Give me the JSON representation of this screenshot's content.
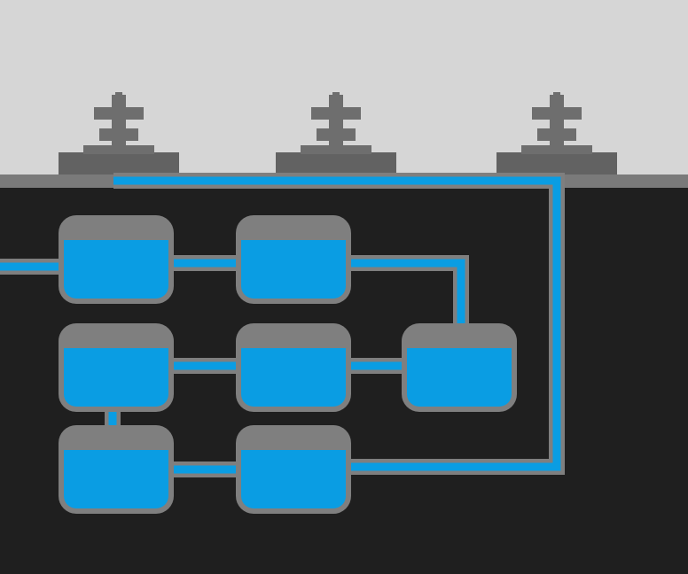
{
  "colors": {
    "sky": "#d6d6d6",
    "ground": "#1f1f1f",
    "surface_strip": "#7a7a7a",
    "insulator": "#6e6e6e",
    "insulator_base": "#626262",
    "tank_frame": "#7f7f7f",
    "tank_fill": "#0a9de3",
    "pipe": "#0a9de3",
    "pipe_casing": "#7f7f7f"
  },
  "insulators": [
    {
      "id": "left",
      "icon": "insulator-icon"
    },
    {
      "id": "center",
      "icon": "insulator-icon"
    },
    {
      "id": "right",
      "icon": "insulator-icon"
    }
  ],
  "tanks": [
    {
      "id": "r1c1",
      "fill_level": 0.75
    },
    {
      "id": "r1c2",
      "fill_level": 0.75
    },
    {
      "id": "r2c1",
      "fill_level": 0.75
    },
    {
      "id": "r2c2",
      "fill_level": 0.75
    },
    {
      "id": "r2c3",
      "fill_level": 0.75
    },
    {
      "id": "r3c1",
      "fill_level": 0.75
    },
    {
      "id": "r3c2",
      "fill_level": 0.75
    }
  ]
}
